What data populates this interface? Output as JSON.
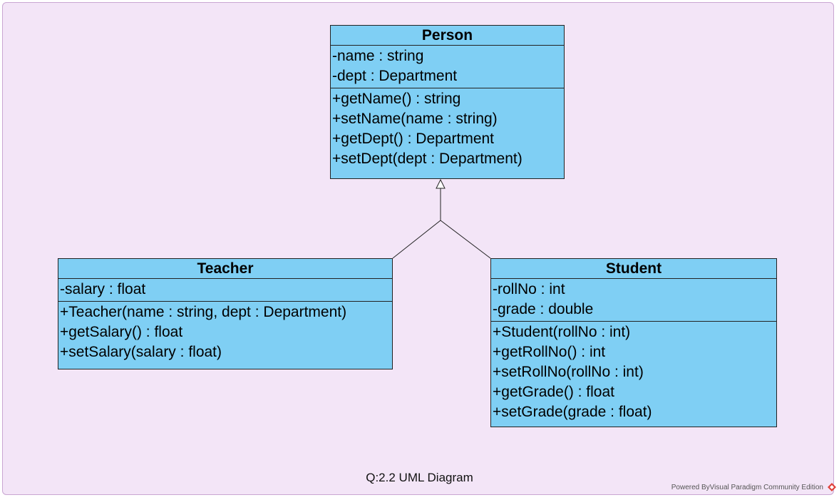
{
  "classes": {
    "person": {
      "name": "Person",
      "attributes": [
        "-name : string",
        "-dept : Department"
      ],
      "methods": [
        "+getName() : string",
        "+setName(name : string)",
        "+getDept() : Department",
        "+setDept(dept : Department)"
      ]
    },
    "teacher": {
      "name": "Teacher",
      "attributes": [
        "-salary : float"
      ],
      "methods": [
        "+Teacher(name : string, dept : Department)",
        "+getSalary() : float",
        "+setSalary(salary : float)"
      ]
    },
    "student": {
      "name": "Student",
      "attributes": [
        "-rollNo : int",
        "-grade : double"
      ],
      "methods": [
        "+Student(rollNo : int)",
        "+getRollNo() : int",
        "+setRollNo(rollNo : int)",
        "+getGrade() : float",
        "+setGrade(grade : float)"
      ]
    }
  },
  "relationships": [
    {
      "type": "generalization",
      "from": "Teacher",
      "to": "Person"
    },
    {
      "type": "generalization",
      "from": "Student",
      "to": "Person"
    }
  ],
  "caption": "Q:2.2 UML Diagram",
  "credit": "Powered ByVisual Paradigm Community Edition",
  "colors": {
    "class_fill": "#7fcff4",
    "background": "#f3e5f7",
    "border": "#222222"
  }
}
